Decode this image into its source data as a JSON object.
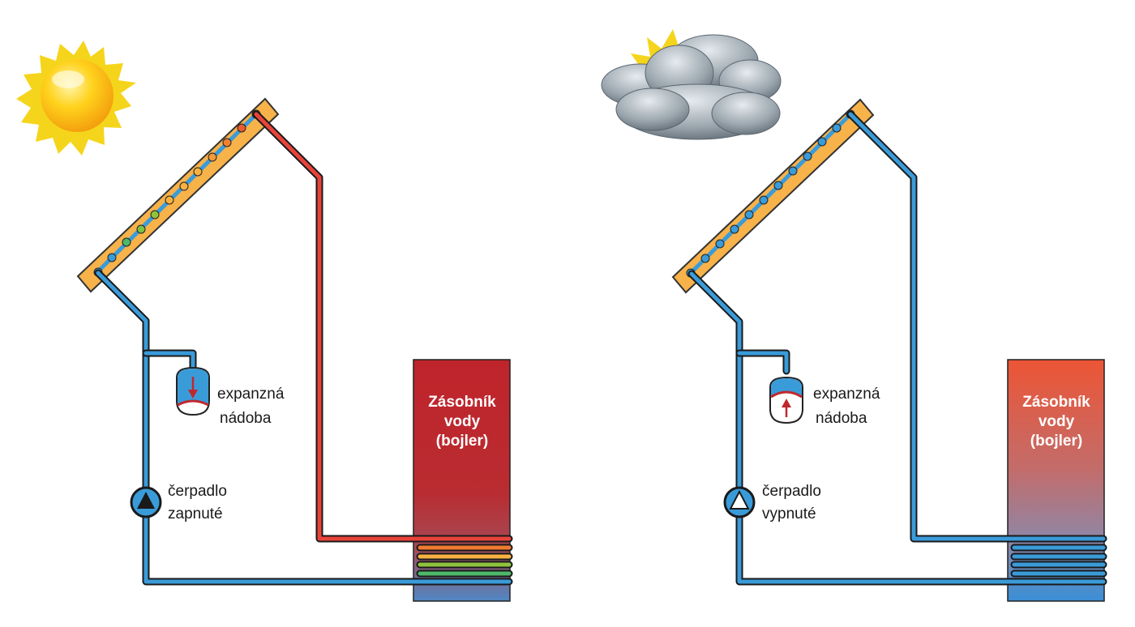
{
  "colors": {
    "cold_pipe": "#3a9bd9",
    "hot_pipe": "#e8433a",
    "collector": "#f7b24a",
    "tank_hot": "#c0272d",
    "tank_warm": "#e8523a",
    "tank_cold": "#3a90d6",
    "pump_fill": "#3a9bd9"
  },
  "left": {
    "weather": "sun-icon",
    "expansion_label_1": "expanzná",
    "expansion_label_2": "nádoba",
    "pump_label_1": "čerpadlo",
    "pump_label_2": "zapnuté",
    "tank_line_1": "Zásobník",
    "tank_line_2": "vody",
    "tank_line_3": "(bojler)"
  },
  "right": {
    "weather": "cloud-icon",
    "expansion_label_1": "expanzná",
    "expansion_label_2": "nádoba",
    "pump_label_1": "čerpadlo",
    "pump_label_2": "vypnuté",
    "tank_line_1": "Zásobník",
    "tank_line_2": "vody",
    "tank_line_3": "(bojler)"
  }
}
